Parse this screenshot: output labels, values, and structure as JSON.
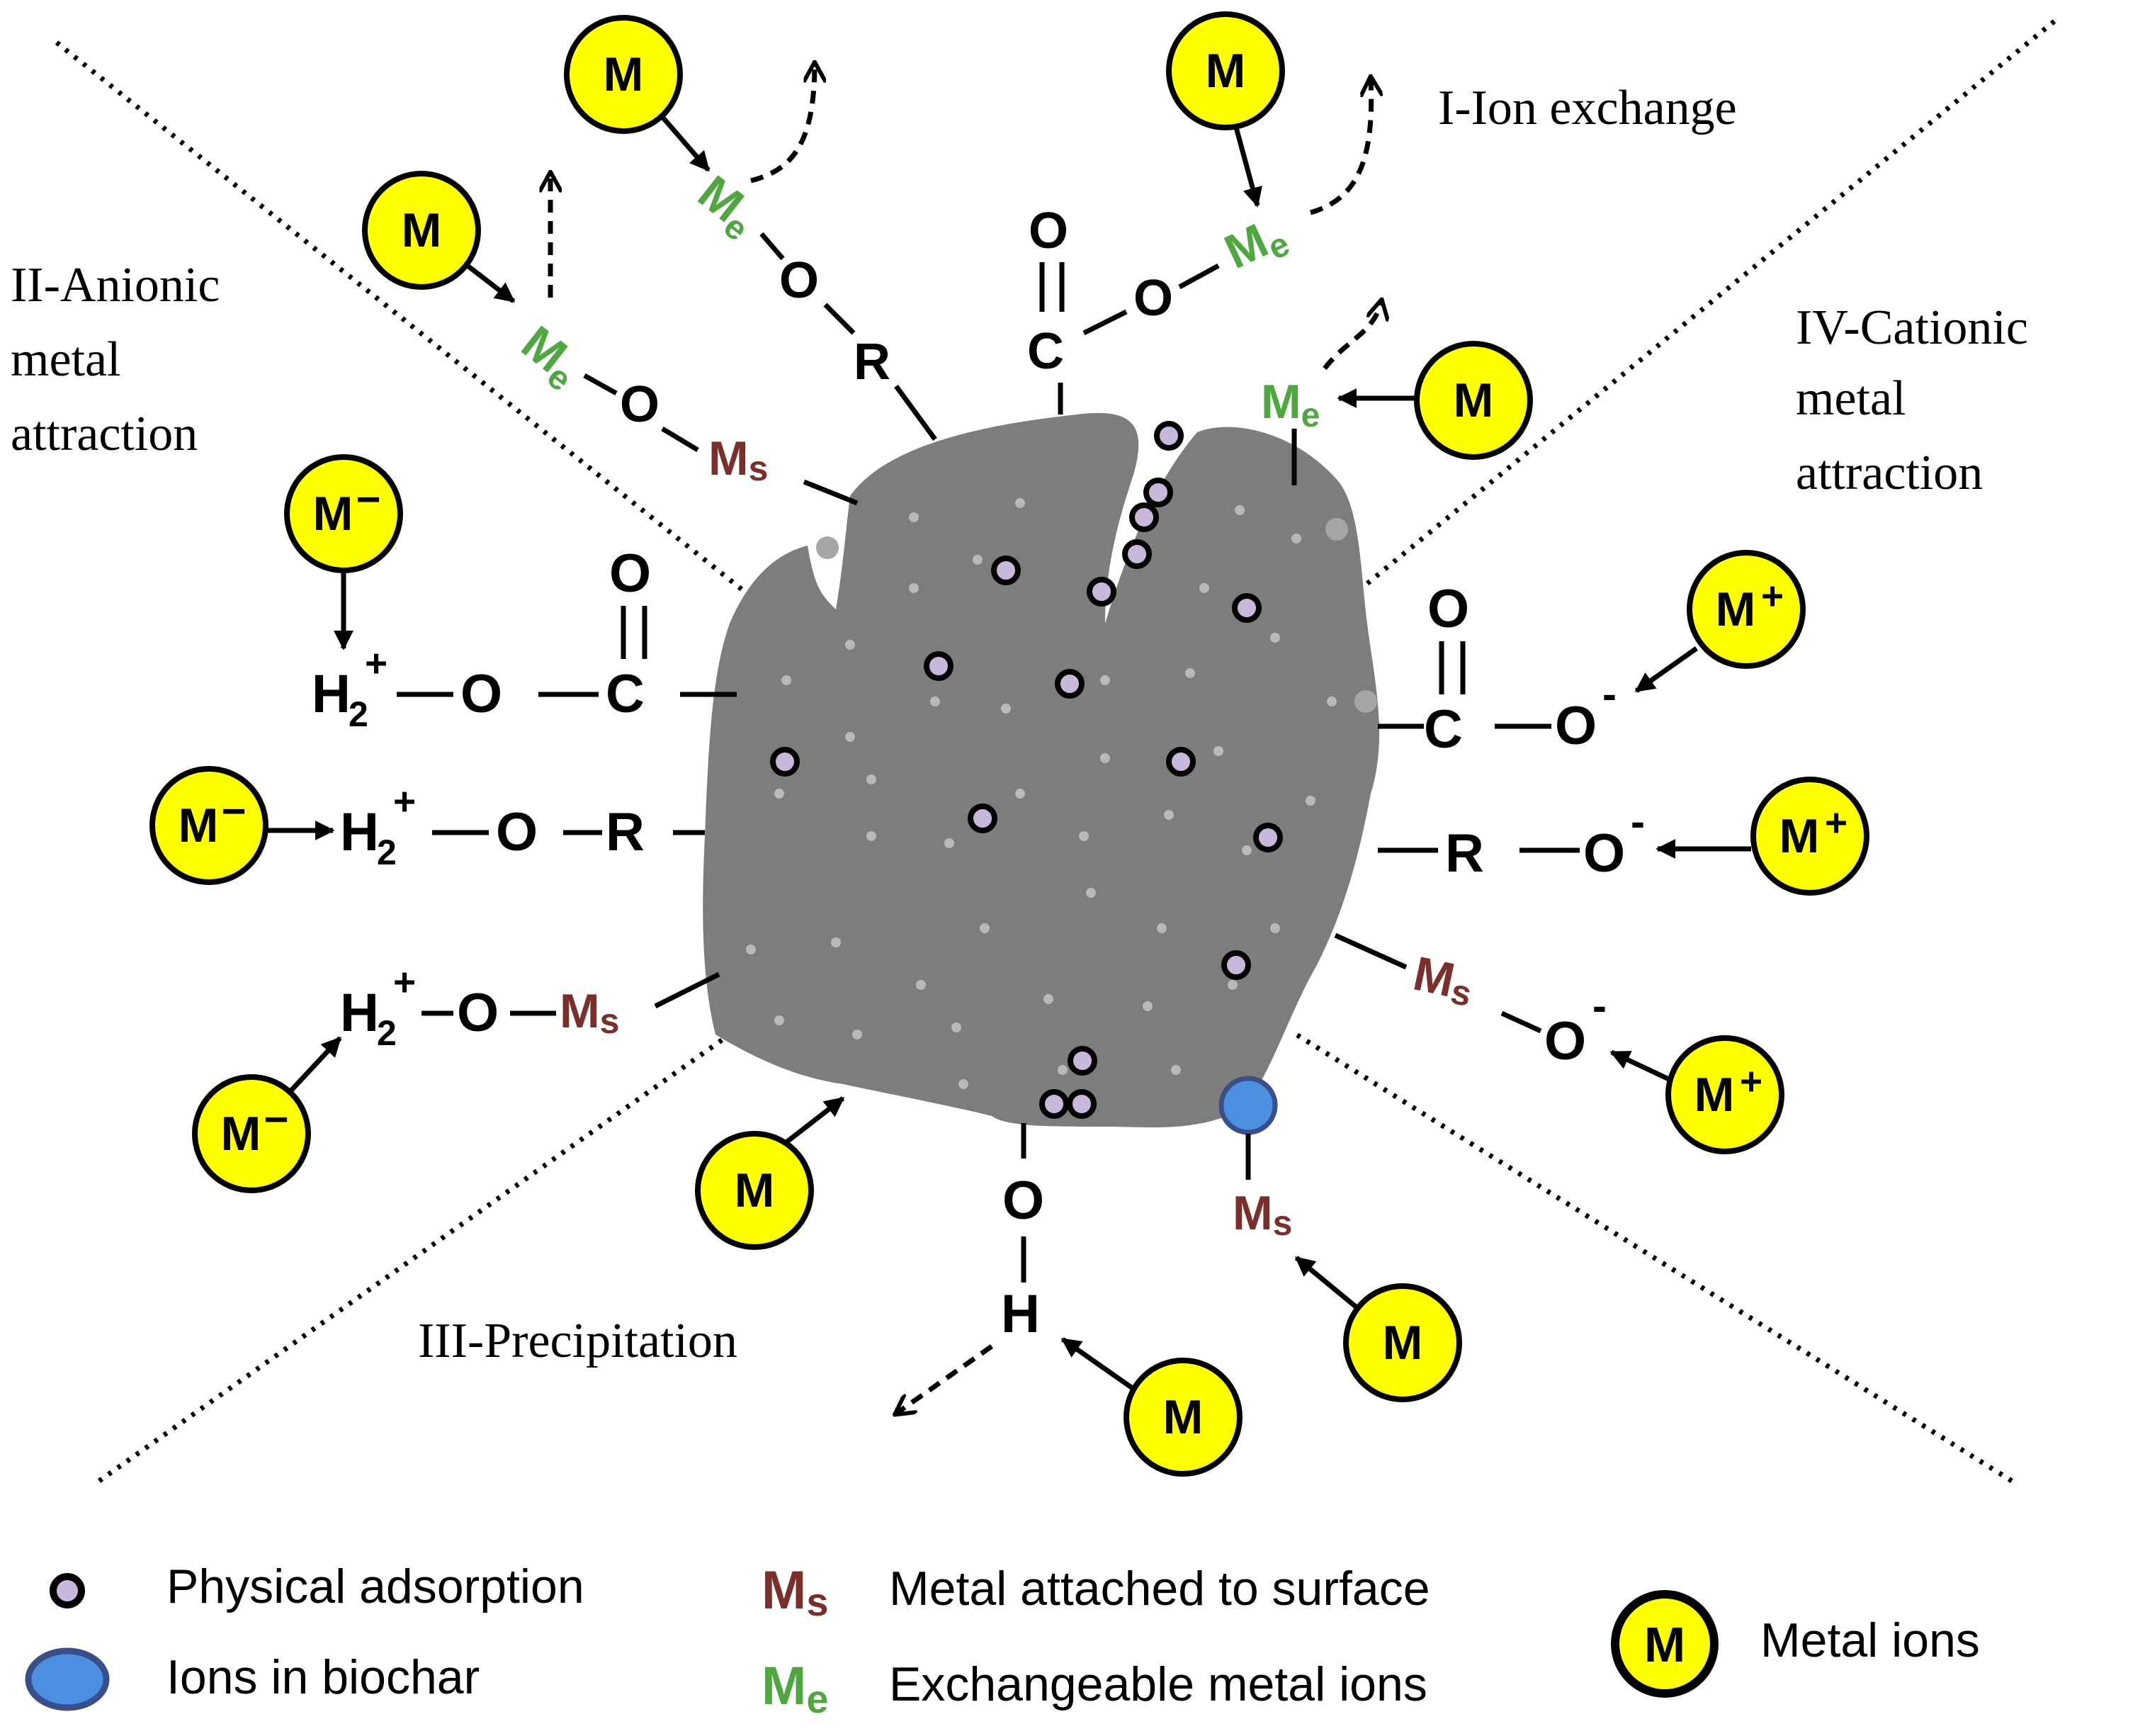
{
  "colors": {
    "biochar": "#7d7d7d",
    "ion_fill": "#ffff00",
    "metal_surface": "#7b2f2a",
    "exchangeable": "#4ea83f",
    "ions_in_biochar": "#4b8fe0",
    "pore_fill": "#c8b8dc"
  },
  "regions": {
    "ion_exchange": "I-Ion exchange",
    "anionic_1": "II-Anionic",
    "anionic_2": "metal",
    "anionic_3": "attraction",
    "cationic_1": "IV-Cationic",
    "cationic_2": "metal",
    "cationic_3": "attraction",
    "precipitation": "III-Precipitation"
  },
  "labels": {
    "metal": "M",
    "metal_pos": "M",
    "metal_pos_charge": "+",
    "metal_neg": "M",
    "metal_neg_charge": "−",
    "me_main": "M",
    "me_sub": "e",
    "ms_main": "M",
    "ms_sub": "s",
    "o": "O",
    "c": "C",
    "r": "R",
    "h": "H",
    "h2": "H",
    "h2_sub": "2",
    "plus": "+",
    "minus": "-"
  },
  "legend": {
    "physical_adsorption": "Physical adsorption",
    "ions_in_biochar": "Ions in biochar",
    "ms_desc": "Metal attached to surface",
    "me_desc": "Exchangeable metal ions",
    "metal_ions": "Metal ions"
  }
}
